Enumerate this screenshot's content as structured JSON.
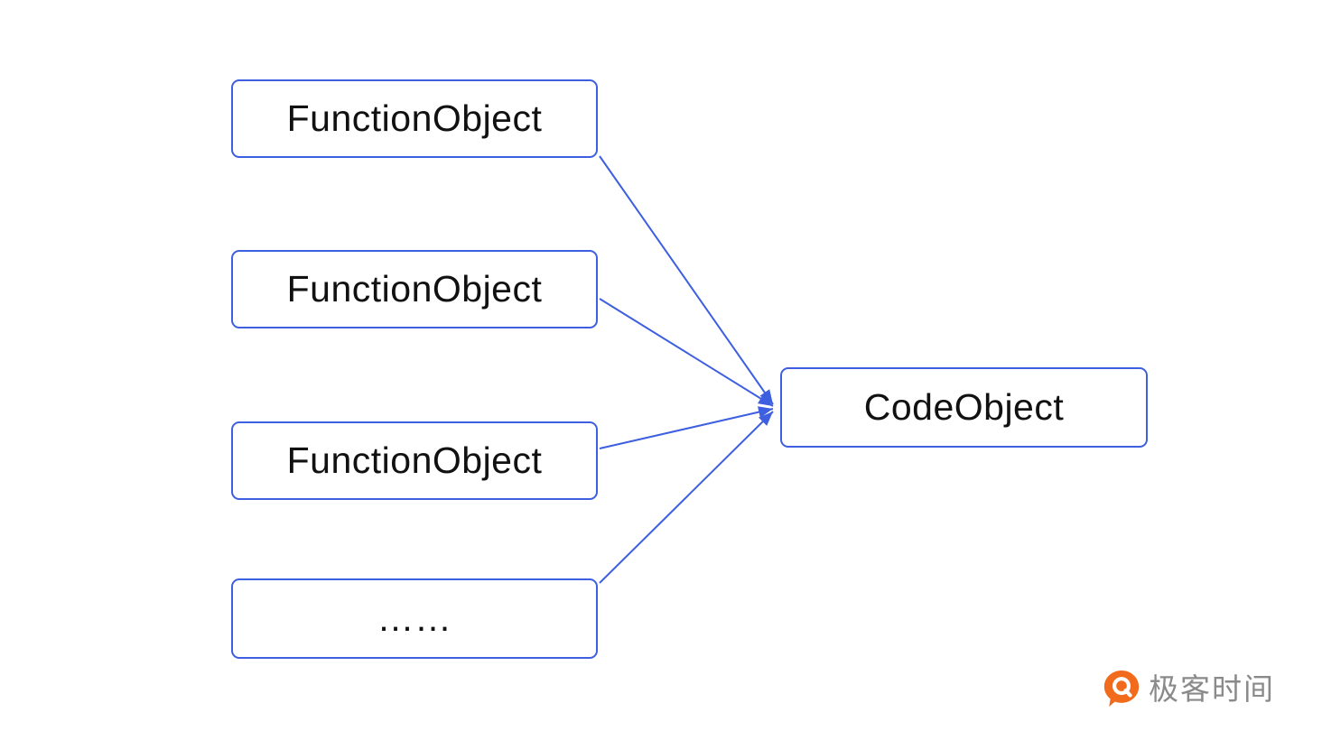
{
  "diagram": {
    "left_boxes": [
      {
        "label": "FunctionObject"
      },
      {
        "label": "FunctionObject"
      },
      {
        "label": "FunctionObject"
      },
      {
        "label": "……"
      }
    ],
    "right_box": {
      "label": "CodeObject"
    },
    "relation": "many-to-one arrows from left boxes to right box"
  },
  "branding": {
    "logo_text": "极客时间",
    "logo_icon": "geektime-speech-bubble-q-icon"
  },
  "colors": {
    "accent": "#3D5FE0",
    "box-text": "#111111",
    "logo-orange": "#F26B1D",
    "logo-text": "#8A8A8A",
    "background": "#FFFFFF"
  }
}
